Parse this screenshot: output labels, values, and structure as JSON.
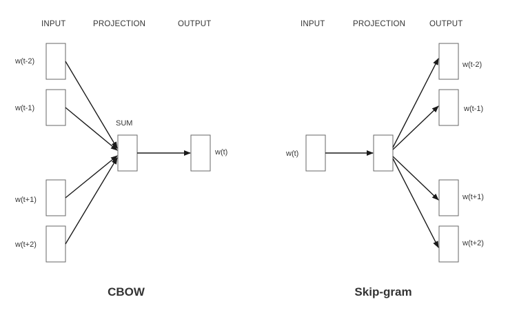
{
  "cbow": {
    "headers": {
      "input": "INPUT",
      "projection": "PROJECTION",
      "output": "OUTPUT"
    },
    "inputs": [
      "w(t-2)",
      "w(t-1)",
      "w(t+1)",
      "w(t+2)"
    ],
    "projection_label": "SUM",
    "output": "w(t)",
    "title": "CBOW"
  },
  "skipgram": {
    "headers": {
      "input": "INPUT",
      "projection": "PROJECTION",
      "output": "OUTPUT"
    },
    "input": "w(t)",
    "outputs": [
      "w(t-2)",
      "w(t-1)",
      "w(t+1)",
      "w(t+2)"
    ],
    "title": "Skip-gram"
  }
}
